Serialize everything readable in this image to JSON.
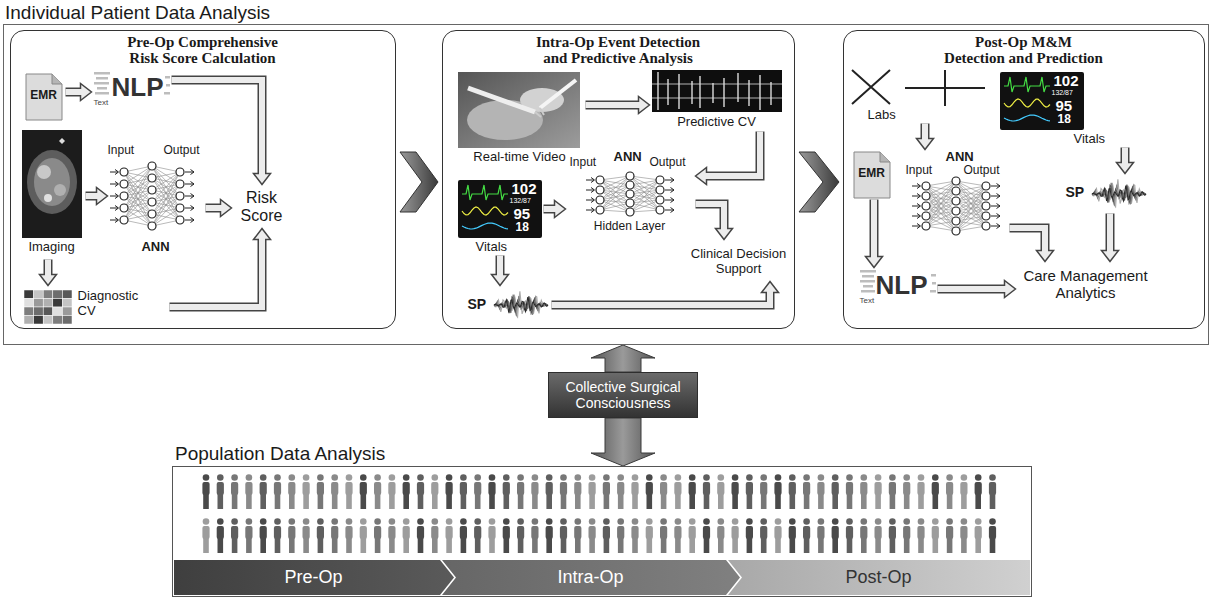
{
  "diagram": {
    "nodes": [
      {
        "text": [
          "Individual Patient Data Analysis"
        ]
      },
      {
        "text": [
          "Pre-Op Comprehensive Risk Score Calculation"
        ],
        "in": 0
      },
      {
        "text": [
          "EMR"
        ],
        "in": 1
      },
      {
        "text": [
          "NLP",
          "Text"
        ],
        "in": 1
      },
      {
        "text": [
          "Input",
          "Output",
          "ANN"
        ],
        "in": 1
      },
      {
        "text": [
          "Imaging"
        ],
        "in": 1
      },
      {
        "text": [
          "Risk Score"
        ],
        "in": 1
      },
      {
        "text": [
          "Diagnostic CV"
        ],
        "in": 1
      },
      {
        "text": [
          "Intra-Op Event Detection and Predictive Analysis"
        ],
        "in": 0
      },
      {
        "text": [
          "Real-time Video"
        ],
        "in": 8
      },
      {
        "text": [
          "Predictive CV"
        ],
        "in": 8
      },
      {
        "text": [
          "102",
          "132/87",
          "95",
          "18",
          "Vitals"
        ],
        "in": 8
      },
      {
        "text": [
          "ANN",
          "Input",
          "Output",
          "Hidden Layer"
        ],
        "in": 8
      },
      {
        "text": [
          "Clinical Decision Support"
        ],
        "in": 8
      },
      {
        "text": [
          "SP"
        ],
        "in": 8
      },
      {
        "text": [
          "Post-Op M&M Detection and Prediction"
        ],
        "in": 0
      },
      {
        "text": [
          "Labs"
        ],
        "in": 15
      },
      {
        "text": [
          "102",
          "132/87",
          "95",
          "18",
          "Vitals"
        ],
        "in": 15
      },
      {
        "text": [
          "EMR"
        ],
        "in": 15
      },
      {
        "text": [
          "ANN",
          "Input",
          "Output"
        ],
        "in": 15
      },
      {
        "text": [
          "SP"
        ],
        "in": 15
      },
      {
        "text": [
          "NLP",
          "Text"
        ],
        "in": 15
      },
      {
        "text": [
          "Care Management Analytics"
        ],
        "in": 15
      },
      {
        "text": [
          "Collective Surgical Consciousness"
        ]
      },
      {
        "text": [
          "Population Data Analysis"
        ]
      },
      {
        "text": [
          "Pre-Op"
        ],
        "in": 24
      },
      {
        "text": [
          "Intra-Op"
        ],
        "in": 24
      },
      {
        "text": [
          "Post-Op"
        ],
        "in": 24
      }
    ],
    "edges": [
      {
        "from": 2,
        "to": 3,
        "arrow": "to"
      },
      {
        "from": 3,
        "to": 6,
        "arrow": "to"
      },
      {
        "from": 5,
        "to": 4,
        "arrow": "to"
      },
      {
        "from": 4,
        "to": 6,
        "arrow": "to"
      },
      {
        "from": 5,
        "to": 7,
        "arrow": "to"
      },
      {
        "from": 7,
        "to": 6,
        "arrow": "to"
      },
      {
        "from": 1,
        "to": 8,
        "arrow": "to"
      },
      {
        "from": 9,
        "to": 10,
        "arrow": "to"
      },
      {
        "from": 10,
        "to": 12,
        "arrow": "to"
      },
      {
        "from": 11,
        "to": 12,
        "arrow": "to"
      },
      {
        "from": 11,
        "to": 14,
        "arrow": "to"
      },
      {
        "from": 12,
        "to": 13,
        "arrow": "to"
      },
      {
        "from": 14,
        "to": 13,
        "arrow": "to"
      },
      {
        "from": 8,
        "to": 15,
        "arrow": "to"
      },
      {
        "from": 16,
        "to": 19,
        "arrow": "to"
      },
      {
        "from": 17,
        "to": 20,
        "arrow": "to"
      },
      {
        "from": 18,
        "to": 21,
        "arrow": "to"
      },
      {
        "from": 19,
        "to": 22,
        "arrow": "to"
      },
      {
        "from": 21,
        "to": 22,
        "arrow": "to"
      },
      {
        "from": 20,
        "to": 22,
        "arrow": "to"
      },
      {
        "from": 23,
        "to": 0,
        "arrow": "to"
      },
      {
        "from": 23,
        "to": 24,
        "arrow": "to"
      }
    ]
  }
}
